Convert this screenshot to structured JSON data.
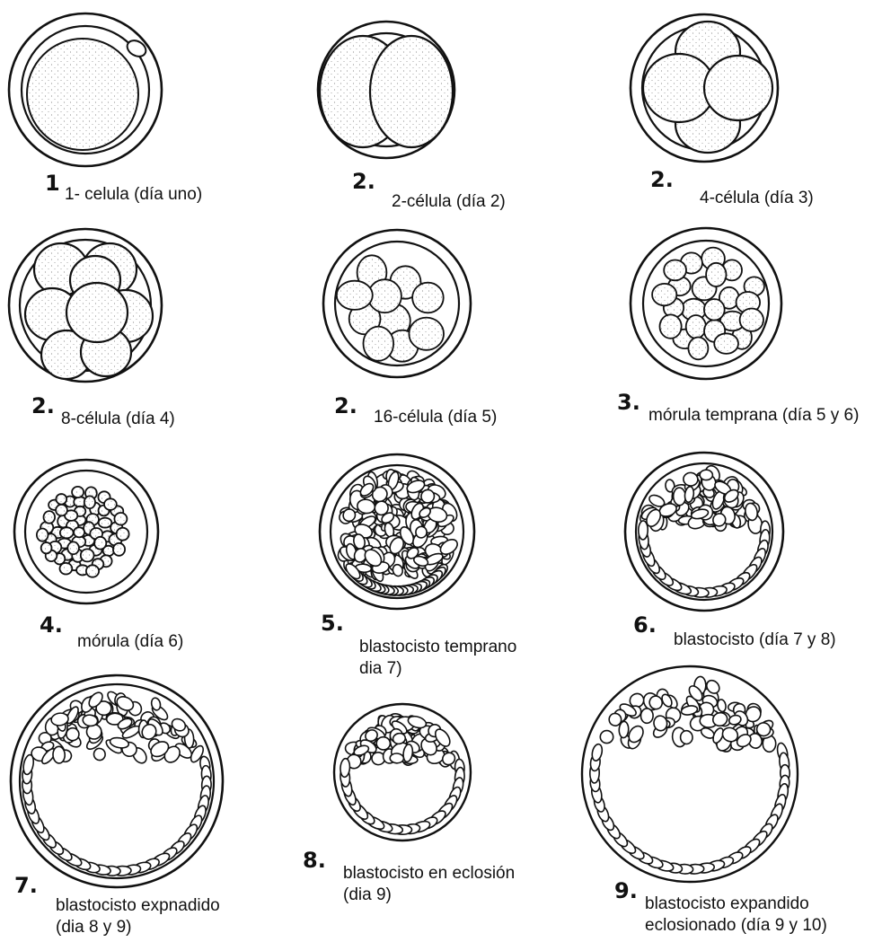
{
  "stages": [
    {
      "id": "s1",
      "number": "1",
      "label": "1- celula (día uno)",
      "drawing": "single-cell-with-polar-body"
    },
    {
      "id": "s2",
      "number": "2.",
      "label": "2-célula (día 2)",
      "drawing": "two-cells"
    },
    {
      "id": "s3",
      "number": "2.",
      "label": "4-célula (día 3)",
      "drawing": "four-cells"
    },
    {
      "id": "s4",
      "number": "2.",
      "label": "8-célula (día 4)",
      "drawing": "eight-cells"
    },
    {
      "id": "s5",
      "number": "2.",
      "label": "16-célula (día 5)",
      "drawing": "sixteen-cells"
    },
    {
      "id": "s6",
      "number": "3.",
      "label": "mórula temprana (día 5 y 6)",
      "drawing": "early-morula"
    },
    {
      "id": "s7",
      "number": "4.",
      "label": "mórula (día 6)",
      "drawing": "morula"
    },
    {
      "id": "s8",
      "number": "5.",
      "label_line1": "blastocisto temprano",
      "label_line2": "dia 7)",
      "drawing": "early-blastocyst"
    },
    {
      "id": "s9",
      "number": "6.",
      "label": "blastocisto (día 7 y 8)",
      "drawing": "blastocyst"
    },
    {
      "id": "s10",
      "number": "7.",
      "label_line1": "blastocisto expnadido",
      "label_line2": "(dia 8 y 9)",
      "drawing": "expanded-blastocyst"
    },
    {
      "id": "s11",
      "number": "8.",
      "label_line1": "blastocisto en eclosión",
      "label_line2": "(dia 9)",
      "drawing": "hatching-blastocyst"
    },
    {
      "id": "s12",
      "number": "9.",
      "label_line1": "blastocisto expandido",
      "label_line2": "eclosionado  (día 9 y 10)",
      "drawing": "hatched-expanded-blastocyst"
    }
  ]
}
